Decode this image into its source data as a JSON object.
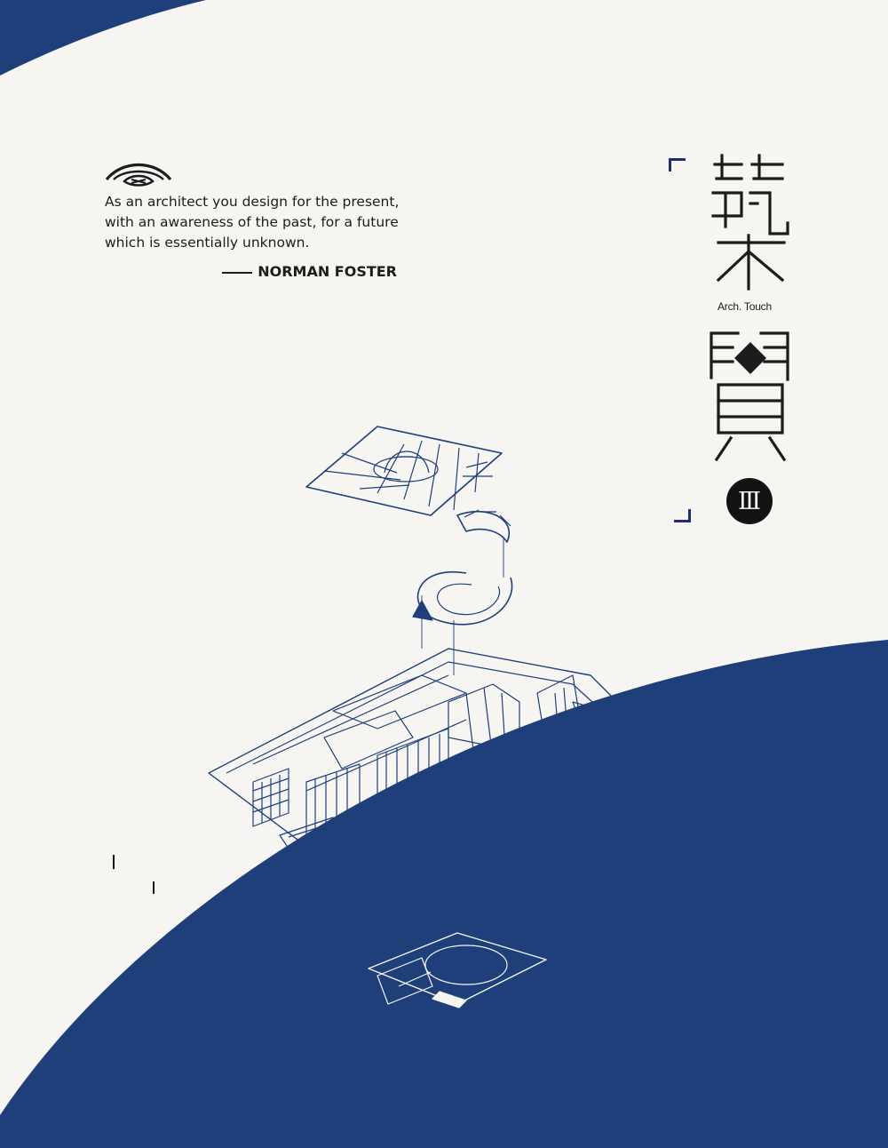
{
  "quote": {
    "lines": [
      "As an architect you design for the present,",
      "with an awareness of the past, for a future",
      "which is essentially unknown."
    ],
    "attribution": "NORMAN FOSTER"
  },
  "title": {
    "english": "Arch. Touch",
    "volume": "Ⅲ",
    "chinese": ""
  },
  "subtitle": "",
  "credits": {
    "author": "",
    "author_role": "",
    "photographer": "",
    "photographer_role": ""
  },
  "colors": {
    "navy": "#1f3f7a",
    "paper": "#f6f5f1",
    "ink": "#1c1c1c"
  },
  "icons": {
    "logo": "eye-arch-logo-icon",
    "drawing": "exploded-axonometric-museum-drawing"
  }
}
